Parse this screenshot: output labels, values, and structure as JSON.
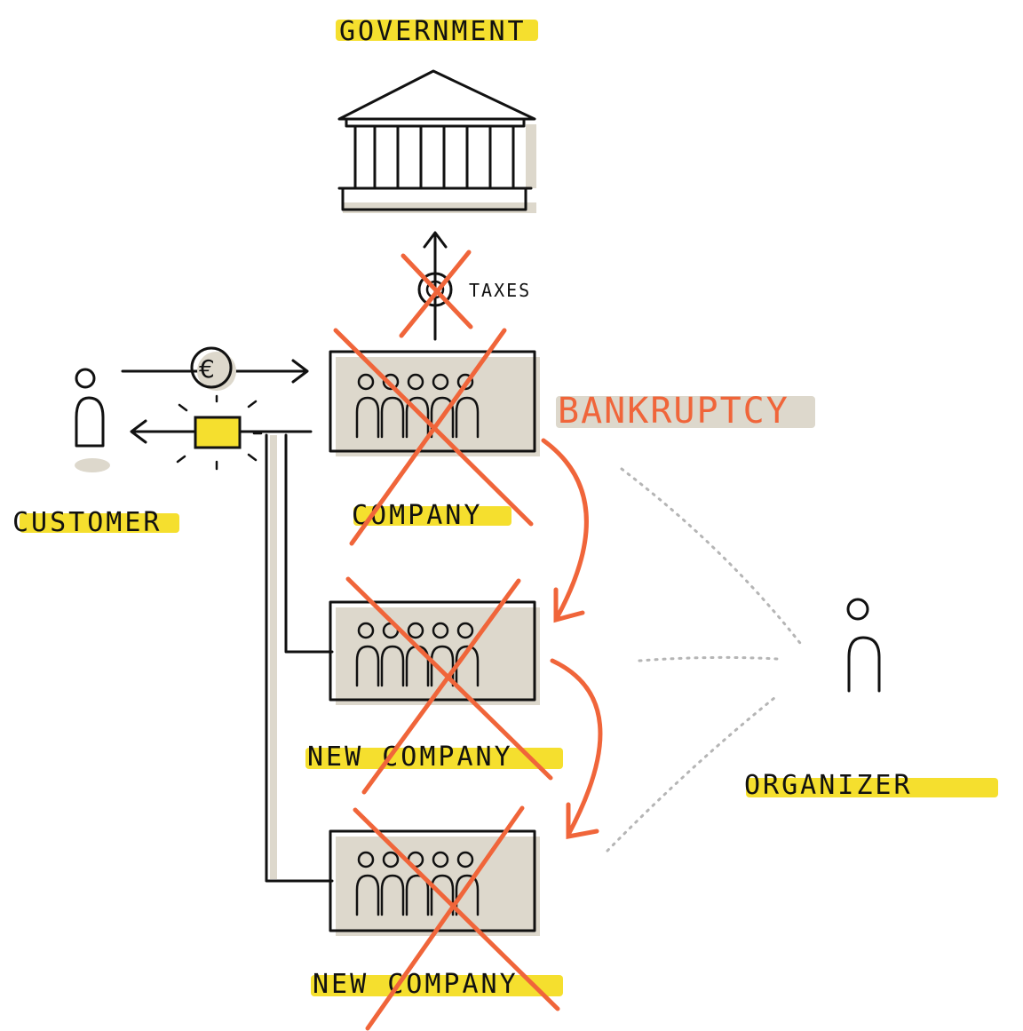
{
  "labels": {
    "government": "GOVERNMENT",
    "taxes": "TAXES",
    "customer": "CUSTOMER",
    "company": "COMPANY",
    "bankruptcy": "BANKRUPTCY",
    "new_company_1": "NEW COMPANY",
    "new_company_2": "NEW COMPANY",
    "organizer": "ORGANIZER",
    "euro_symbol": "€"
  },
  "colors": {
    "highlight": "#f5df2e",
    "cross": "#f0653a",
    "shadow": "#ddd8cc",
    "ink": "#111111"
  },
  "icons": [
    "government-building-icon",
    "coin-icon",
    "euro-coin-icon",
    "person-icon",
    "product-box-icon",
    "team-icon",
    "arrow-icon",
    "cross-mark-icon"
  ]
}
